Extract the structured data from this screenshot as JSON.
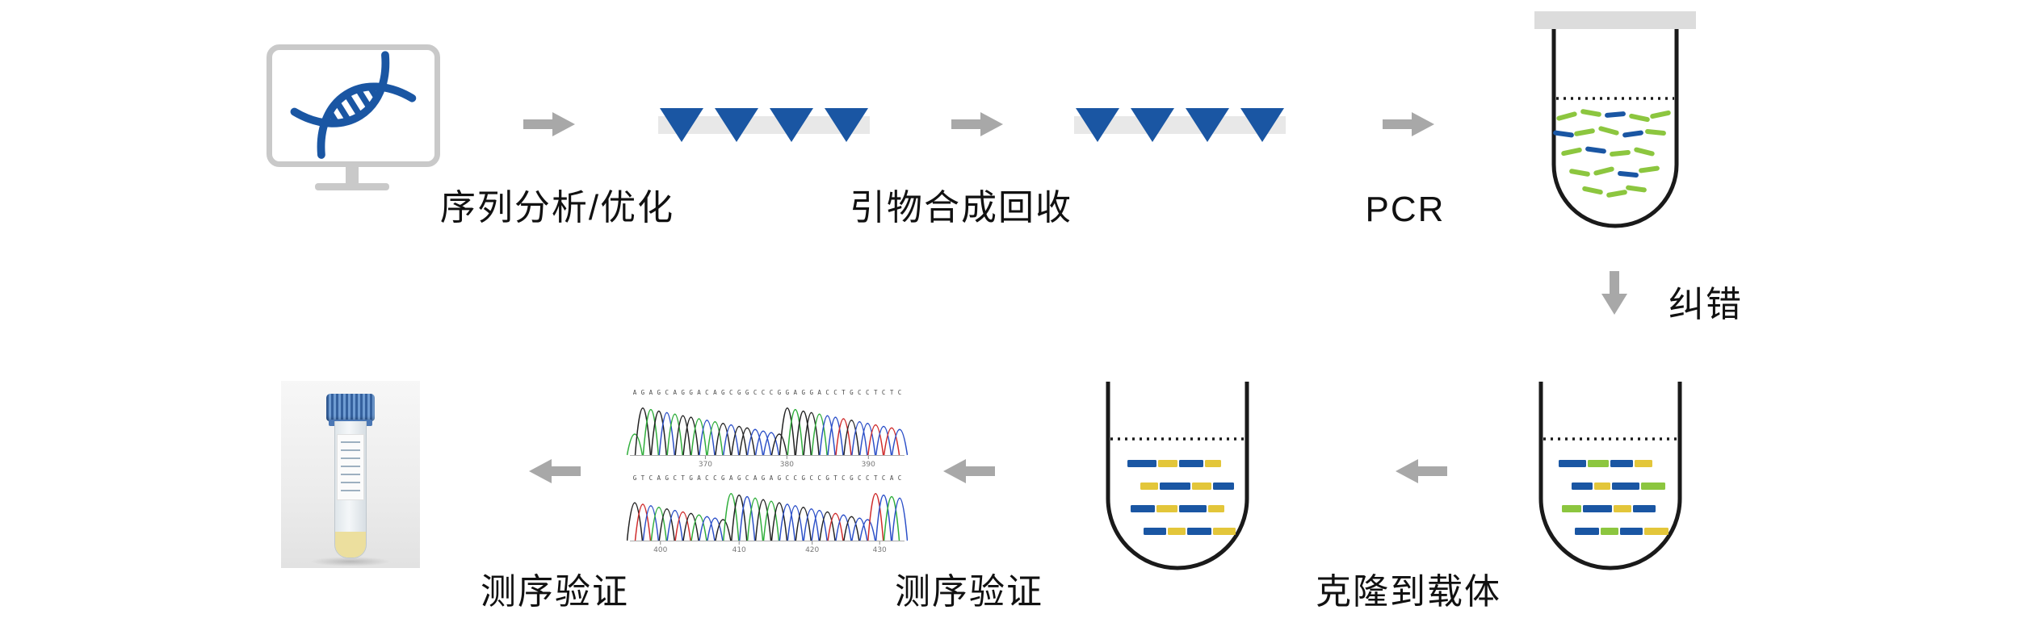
{
  "labels": {
    "sequence_analysis": "序列分析/优化",
    "primer_synthesis": "引物合成回收",
    "pcr": "PCR",
    "error_correction": "纠错",
    "clone_to_vector": "克隆到载体",
    "sequencing_verification_mid": "测序验证",
    "sequencing_verification_left": "测序验证"
  },
  "colors": {
    "blue": "#1a56a3",
    "green": "#8cc63f",
    "yellow": "#e3c63a",
    "arrow_gray": "#a8a8a8",
    "strip_gray": "#e8e8e8",
    "tube_outline": "#1a1a1a",
    "cap_gray": "#dcdcdc"
  },
  "chromatogram": {
    "rows": [
      {
        "sequence": "AGAGCAGGACAGCGGCCCGGAGGACCTGCCTCTC",
        "ticks": [
          "370",
          "380",
          "390"
        ],
        "tick_pos": [
          0.28,
          0.57,
          0.86
        ]
      },
      {
        "sequence": "GTCAGCTGACCGAGCAGAGCCGCCGTCGCCTCAC",
        "ticks": [
          "400",
          "410",
          "420",
          "430"
        ],
        "tick_pos": [
          0.12,
          0.4,
          0.66,
          0.9
        ]
      }
    ],
    "base_colors": {
      "A": "#2fae3b",
      "C": "#2b4fc8",
      "G": "#222222",
      "T": "#cf2b2b"
    }
  }
}
